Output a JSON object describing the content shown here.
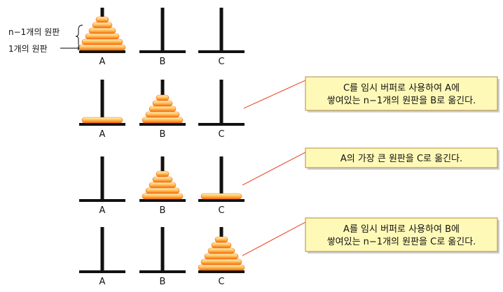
{
  "peg_names": [
    "A",
    "B",
    "C"
  ],
  "annotations": {
    "top_stack": "n−1개의 원판",
    "bottom_disk": "1개의 원판"
  },
  "steps": [
    {
      "pegs": {
        "A": "full",
        "B": "empty",
        "C": "empty"
      }
    },
    {
      "pegs": {
        "A": "big",
        "B": "stack",
        "C": "empty"
      },
      "note": [
        "C를 임시 버퍼로 사용하여 A에",
        "쌓여있는 n−1개의 원판을 B로 옮긴다."
      ]
    },
    {
      "pegs": {
        "A": "empty",
        "B": "stack",
        "C": "big"
      },
      "note": [
        "A의 가장 큰 원판을 C로 옮긴다."
      ]
    },
    {
      "pegs": {
        "A": "empty",
        "B": "empty",
        "C": "full"
      },
      "note": [
        "A를 임시 버퍼로 사용하여 B에",
        "쌓여있는 n−1개의 원판을 C로 옮긴다."
      ]
    }
  ],
  "colors": {
    "peg": "#111111",
    "disk_light": "#fff7c0",
    "disk_mid": "#ffb347",
    "disk_dark": "#f26a12",
    "note_fill": "#fff9b8",
    "note_stroke": "#b08a3e",
    "callout_line": "#e8593a",
    "marker": "#e02a1a"
  }
}
